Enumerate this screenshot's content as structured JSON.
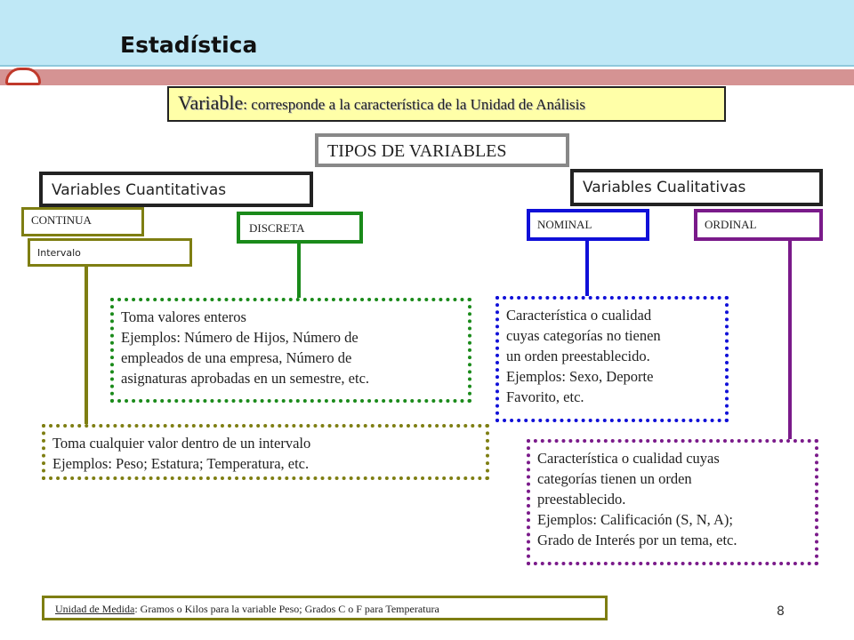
{
  "header": {
    "title": "Estadística"
  },
  "definition": {
    "term": "Variable",
    "text": ": corresponde a la característica de la Unidad de Análisis"
  },
  "tipos": {
    "label": "TIPOS DE VARIABLES"
  },
  "cuantitativas": {
    "label": "Variables Cuantitativas",
    "continua": {
      "label": "CONTINUA",
      "sublabel": "Intervalo"
    },
    "discreta": {
      "label": "DISCRETA"
    }
  },
  "cualitativas": {
    "label": "Variables Cualitativas",
    "nominal": {
      "label": "NOMINAL"
    },
    "ordinal": {
      "label": "ORDINAL"
    }
  },
  "descriptions": {
    "discreta": [
      "Toma valores enteros",
      "Ejemplos: Número de Hijos, Número de",
      "empleados de una empresa, Número de",
      "asignaturas aprobadas en un semestre, etc."
    ],
    "nominal": [
      "Característica o cualidad",
      "cuyas categorías no tienen",
      "un orden preestablecido.",
      "Ejemplos: Sexo, Deporte",
      "Favorito, etc."
    ],
    "continua": [
      "Toma cualquier valor dentro de un intervalo",
      "Ejemplos: Peso; Estatura; Temperatura, etc."
    ],
    "ordinal": [
      "Característica o cualidad cuyas",
      "categorías tienen un orden",
      "preestablecido.",
      "Ejemplos: Calificación (S, N, A);",
      "Grado de Interés por un tema, etc."
    ]
  },
  "footer": {
    "term": "Unidad de Medida",
    "text": ": Gramos o Kilos para la variable Peso; Grados C o F  para Temperatura"
  },
  "page_number": "8",
  "colors": {
    "header_bg": "#bfe8f6",
    "olive": "#7e7e12",
    "green": "#1a8a1a",
    "blue": "#1010d8",
    "purple": "#7a1a8a",
    "highlight": "#ffffa8"
  }
}
